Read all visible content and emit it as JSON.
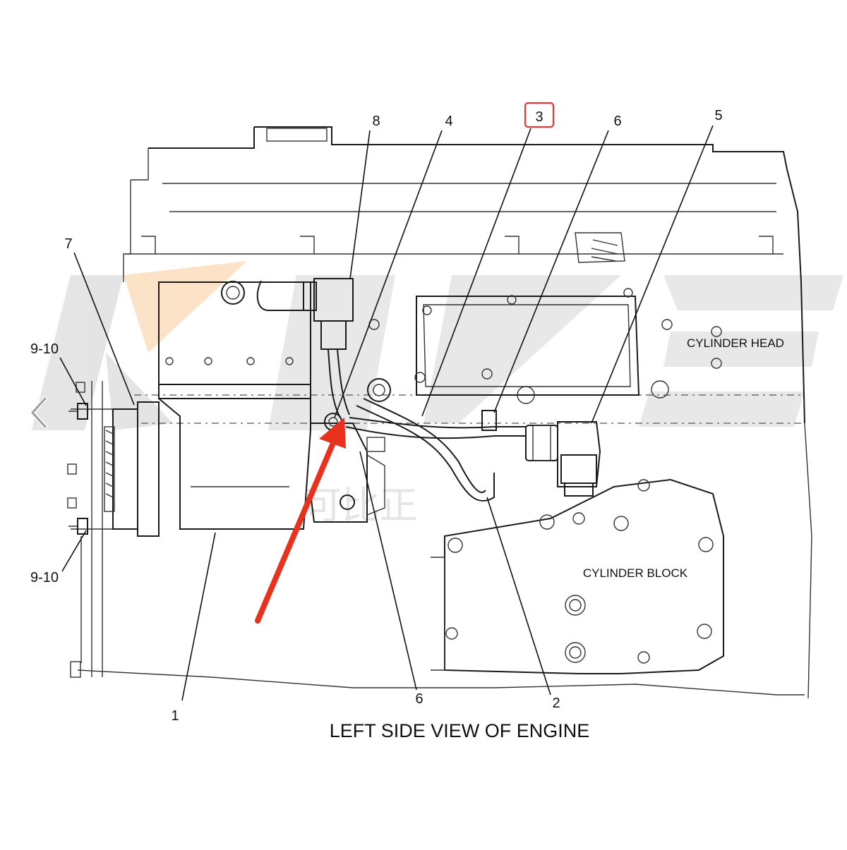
{
  "diagram": {
    "title": "LEFT SIDE VIEW OF ENGINE",
    "region_labels": {
      "cylinder_head": "CYLINDER HEAD",
      "cylinder_block": "CYLINDER BLOCK"
    },
    "callouts": {
      "c1": "1",
      "c2": "2",
      "c3": "3",
      "c4": "4",
      "c5": "5",
      "c6_top": "6",
      "c6_bottom": "6",
      "c7": "7",
      "c8": "8",
      "c910_top": "9-10",
      "c910_bottom": "9-10"
    },
    "highlighted_callout": "3",
    "colors": {
      "highlight_box": "#e53935",
      "pointer_arrow": "#e8321e",
      "watermark_gray": "#d9d9d9",
      "watermark_orange": "#f5b46a"
    }
  },
  "watermark": {
    "logo_text": "KBZE",
    "sub_text": "可比正"
  },
  "nav": {
    "prev_icon": "chevron-left-icon"
  }
}
